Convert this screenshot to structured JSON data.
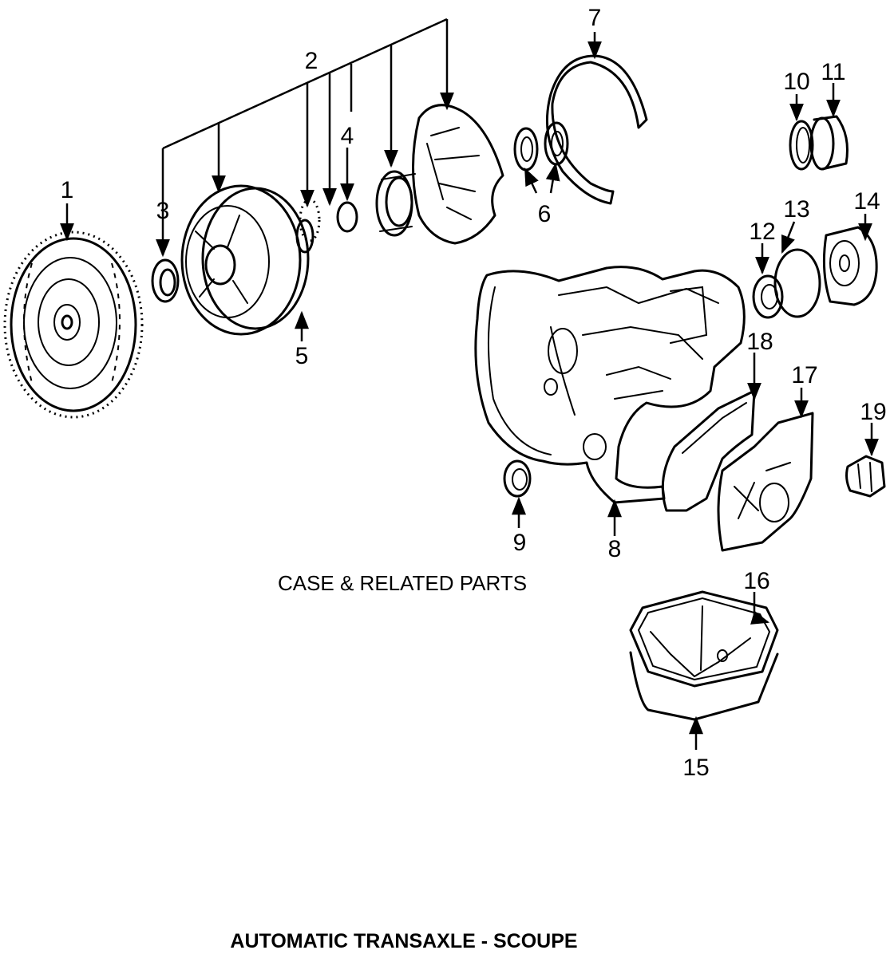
{
  "caption": "CASE & RELATED PARTS",
  "title": "AUTOMATIC TRANSAXLE -  SCOUPE",
  "callouts": {
    "c1": "1",
    "c2": "2",
    "c3": "3",
    "c4": "4",
    "c5": "5",
    "c6": "6",
    "c7": "7",
    "c8": "8",
    "c9": "9",
    "c10": "10",
    "c11": "11",
    "c12": "12",
    "c13": "13",
    "c14": "14",
    "c15": "15",
    "c16": "16",
    "c17": "17",
    "c18": "18",
    "c19": "19"
  }
}
